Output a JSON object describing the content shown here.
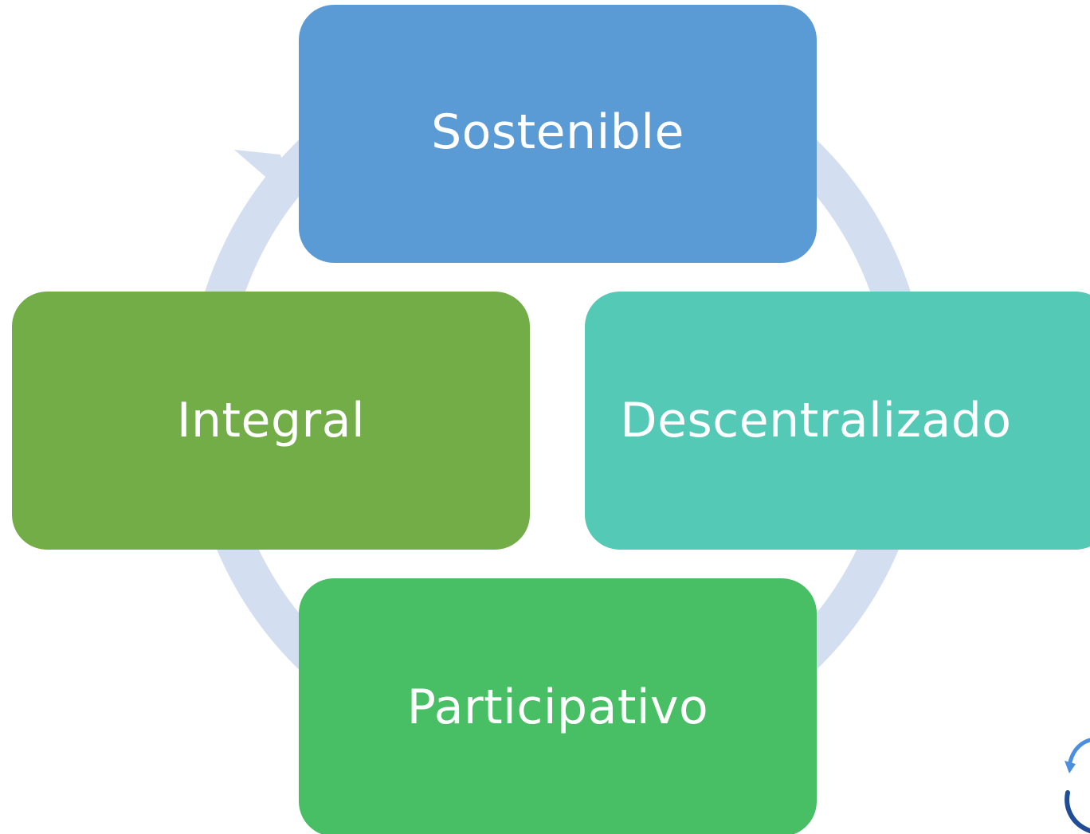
{
  "diagram": {
    "type": "cycle",
    "ring_color": "#D3DEF0",
    "nodes": [
      {
        "id": "top",
        "label": "Sostenible",
        "color": "#5B9BD5"
      },
      {
        "id": "right",
        "label": "Descentralizado",
        "color": "#53C9B6"
      },
      {
        "id": "bottom",
        "label": "Participativo",
        "color": "#49BF65"
      },
      {
        "id": "left",
        "label": "Integral",
        "color": "#72AD48"
      }
    ]
  },
  "logo": {
    "icon": "circular-arrows-icon",
    "colors": [
      "#4A8FE0",
      "#1F4E96"
    ]
  }
}
